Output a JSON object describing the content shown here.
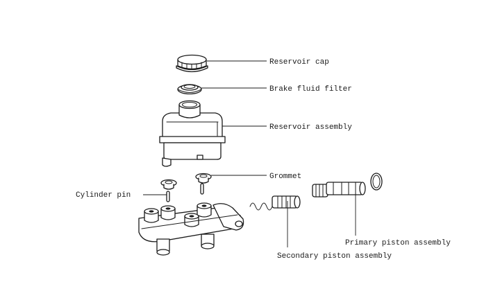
{
  "labels": {
    "reservoir_cap": "Reservoir cap",
    "brake_fluid_filter": "Brake fluid filter",
    "reservoir_assembly": "Reservoir assembly",
    "grommet": "Grommet",
    "cylinder_pin": "Cylinder pin",
    "primary_piston_assembly": "Primary piston assembly",
    "secondary_piston_assembly": "Secondary piston assembly"
  },
  "colors": {
    "ink": "#1a1a1a",
    "background": "#ffffff"
  }
}
